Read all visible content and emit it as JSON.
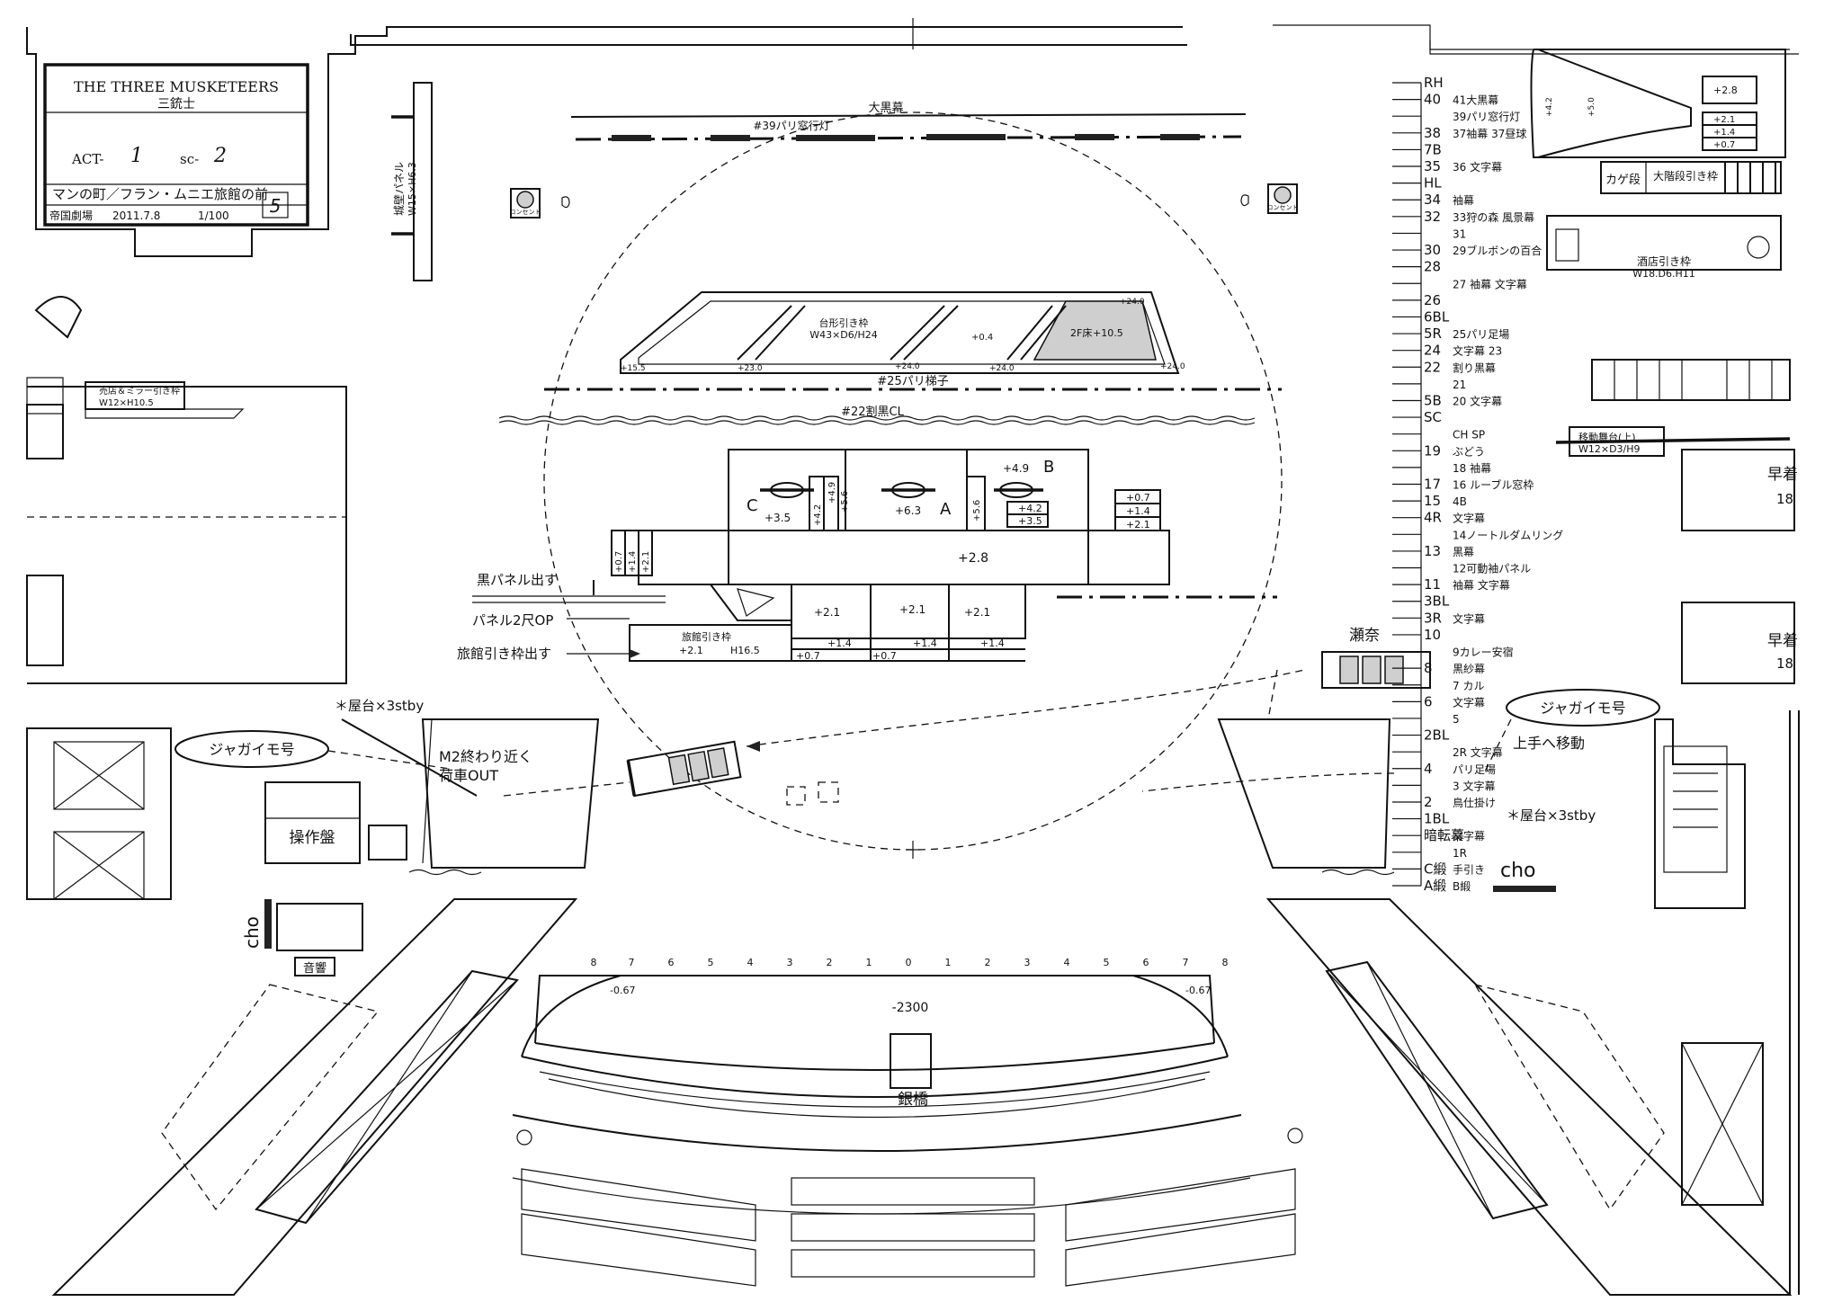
{
  "title_block": {
    "show_title": "THE THREE MUSKETEERS",
    "show_title_ja": "三銃士",
    "act_label": "ACT-",
    "act_value": "1",
    "scene_label": "sc-",
    "scene_value": "2",
    "scene_name": "マンの町／フラン・ムニエ旅館の前",
    "venue": "帝国劇場",
    "date": "2011.7.8",
    "scale": "1/100",
    "sheet_number": "5"
  },
  "scenery": {
    "black_drop": "大黒幕",
    "batten_39": "#39パリ窓行灯",
    "castle_panel": "城壁パネル",
    "castle_panel_size": "W15×H6.3",
    "console_left": "コンセント",
    "console_right": "コンセント",
    "platform_wagon": "台形引き枠",
    "platform_wagon_size": "W43×D6/H24",
    "floor_2f": "2F床",
    "floor_2f_height": "+10.5",
    "h_plus_0_4": "+0.4",
    "h_plus_24_0": "+24.0",
    "h_plus_23_0": "+23.0",
    "h_plus_15_5": "+15.5",
    "ladder_25": "#25パリ梯子",
    "traveler_22": "#22割黒CL",
    "left_wagon": "売店＆ミラー引き枠",
    "left_wagon_size": "W12×H10.5",
    "lbl_a": "A",
    "lbl_b": "B",
    "lbl_c": "C",
    "h_plus_3_5": "+3.5",
    "h_plus_6_3": "+6.3",
    "h_plus_4_9": "+4.9",
    "h_plus_4_2": "+4.2",
    "h_plus_5_6": "+5.6",
    "h_plus_2_8": "+2.8",
    "h_plus_0_7": "+0.7",
    "h_plus_1_4": "+1.4",
    "h_plus_2_1": "+2.1",
    "black_panel_out": "黒パネル出す",
    "panel_2shaku": "パネル2尺OP",
    "inn_wagon_out": "旅館引き枠出す",
    "inn_wagon": "旅館引き枠",
    "inn_wagon_height": "H16.5",
    "sena": "瀬奈",
    "jagaimo_left": "ジャガイモ号",
    "jagaimo_right": "ジャガイモ号",
    "yatai_left": "＊屋台×3stby",
    "yatai_right": "＊屋台×3stby",
    "m2_note_line1": "M2終わり近く",
    "m2_note_line2": "荷車OUT",
    "move_upstage_right": "上手へ移動",
    "console": "操作盤",
    "cho_left": "cho",
    "cho_right": "cho",
    "sound": "音響",
    "orchestra_level": "-2300",
    "orchestra_minus_left": "-0.67",
    "orchestra_minus_right": "-0.67",
    "bridge": "銀橋",
    "centerline_numbers": [
      "8",
      "7",
      "6",
      "5",
      "4",
      "3",
      "2",
      "1",
      "0",
      "1",
      "2",
      "3",
      "4",
      "5",
      "6",
      "7",
      "8"
    ],
    "right_wagon_top": "+2.8",
    "right_wagon_a": "+2.1",
    "right_wagon_b": "+1.4",
    "right_wagon_c": "+0.7",
    "stair_wagon": "大階段引き枠",
    "kage_dan": "カゲ段",
    "bar_wagon": "酒店引き枠",
    "bar_wagon_size": "W18.D6.H11",
    "mobile_stage": "移動舞台(上)",
    "mobile_stage_size": "W12×D3/H9",
    "quick_change_1": "早着",
    "quick_change_1b": "18",
    "quick_change_2": "早着",
    "quick_change_2b": "18",
    "rake_a": "+4.2",
    "rake_b": "+5.0"
  },
  "linesets": [
    {
      "num": "RH",
      "label": ""
    },
    {
      "num": "40",
      "label": "41大黒幕"
    },
    {
      "num": "",
      "label": "39パリ窓行灯"
    },
    {
      "num": "38",
      "label": "37袖幕 37昼球"
    },
    {
      "num": "7B",
      "label": ""
    },
    {
      "num": "35",
      "label": "36 文字幕"
    },
    {
      "num": "HL",
      "label": ""
    },
    {
      "num": "34",
      "label": "袖幕"
    },
    {
      "num": "32",
      "label": "33狩の森 風景幕"
    },
    {
      "num": "",
      "label": "31"
    },
    {
      "num": "30",
      "label": "29ブルボンの百合"
    },
    {
      "num": "28",
      "label": ""
    },
    {
      "num": "",
      "label": "27 袖幕 文字幕"
    },
    {
      "num": "26",
      "label": ""
    },
    {
      "num": "6BL",
      "label": ""
    },
    {
      "num": "5R",
      "label": "25パリ足場"
    },
    {
      "num": "24",
      "label": "文字幕 23"
    },
    {
      "num": "22",
      "label": "割り黒幕"
    },
    {
      "num": "",
      "label": "21"
    },
    {
      "num": "5B",
      "label": "20 文字幕"
    },
    {
      "num": "SC",
      "label": ""
    },
    {
      "num": "",
      "label": "CH SP"
    },
    {
      "num": "19",
      "label": "ぶどう"
    },
    {
      "num": "",
      "label": "18 袖幕"
    },
    {
      "num": "17",
      "label": "16 ルーブル窓枠"
    },
    {
      "num": "15",
      "label": "4B"
    },
    {
      "num": "4R",
      "label": "文字幕"
    },
    {
      "num": "",
      "label": "14ノートルダムリング"
    },
    {
      "num": "13",
      "label": "黒幕"
    },
    {
      "num": "",
      "label": "12可動袖パネル"
    },
    {
      "num": "11",
      "label": "袖幕 文字幕"
    },
    {
      "num": "3BL",
      "label": ""
    },
    {
      "num": "3R",
      "label": "文字幕"
    },
    {
      "num": "10",
      "label": ""
    },
    {
      "num": "",
      "label": "9カレー安宿"
    },
    {
      "num": "8",
      "label": "黒紗幕"
    },
    {
      "num": "",
      "label": "7 カル"
    },
    {
      "num": "6",
      "label": "文字幕"
    },
    {
      "num": "",
      "label": "5"
    },
    {
      "num": "2BL",
      "label": ""
    },
    {
      "num": "",
      "label": "2R 文字幕"
    },
    {
      "num": "4",
      "label": "パリ足場"
    },
    {
      "num": "",
      "label": "3 文字幕"
    },
    {
      "num": "2",
      "label": "鳥仕掛け"
    },
    {
      "num": "1BL",
      "label": ""
    },
    {
      "num": "暗転幕",
      "label": "文字幕"
    },
    {
      "num": "",
      "label": "1R"
    },
    {
      "num": "C緞",
      "label": "手引き"
    },
    {
      "num": "A緞",
      "label": "B緞"
    }
  ]
}
